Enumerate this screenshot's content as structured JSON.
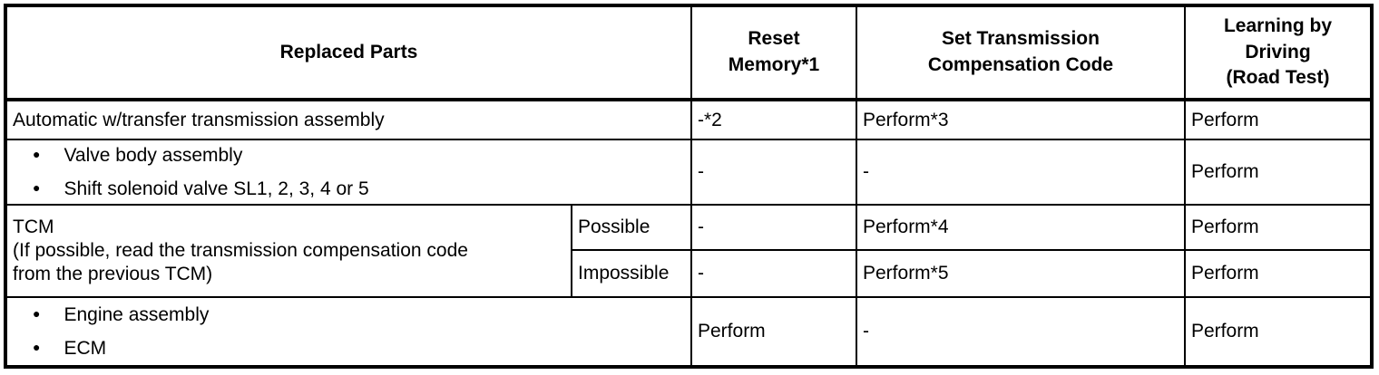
{
  "table": {
    "bullet_icon": "●",
    "header": {
      "replaced_parts": "Replaced Parts",
      "reset_memory": "Reset\nMemory*1",
      "set_code": "Set Transmission\nCompensation Code",
      "learning": "Learning by\nDriving\n(Road Test)"
    },
    "rows": {
      "automatic": {
        "part": "Automatic w/transfer transmission assembly",
        "reset_memory": "-*2",
        "set_code": "Perform*3",
        "learning": "Perform"
      },
      "valve": {
        "items": [
          "Valve body assembly",
          "Shift solenoid valve SL1, 2, 3, 4 or 5"
        ],
        "reset_memory": "-",
        "set_code": "-",
        "learning": "Perform"
      },
      "tcm": {
        "part": "TCM\n(If possible, read the transmission compensation code\nfrom the previous TCM)",
        "possible": {
          "label": "Possible",
          "reset_memory": "-",
          "set_code": "Perform*4",
          "learning": "Perform"
        },
        "impossible": {
          "label": "Impossible",
          "reset_memory": "-",
          "set_code": "Perform*5",
          "learning": "Perform"
        }
      },
      "engine": {
        "items": [
          "Engine assembly",
          "ECM"
        ],
        "reset_memory": "Perform",
        "set_code": "-",
        "learning": "Perform"
      }
    }
  }
}
